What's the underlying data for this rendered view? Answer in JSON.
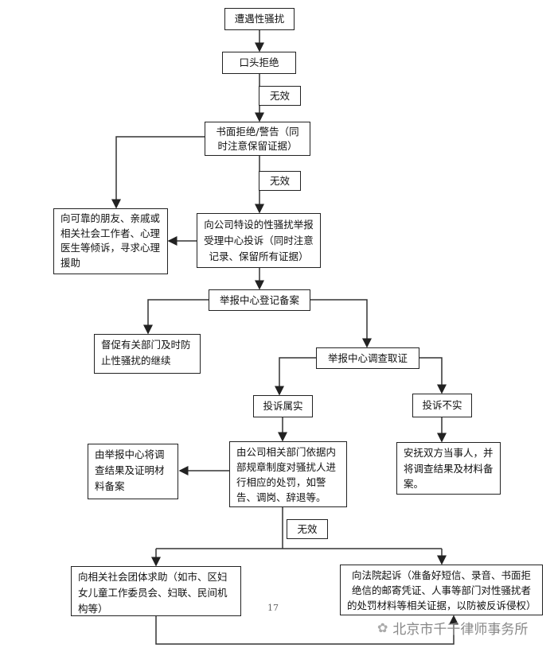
{
  "nodes": {
    "start": "遭遇性骚扰",
    "verbal_refusal": "口头拒绝",
    "invalid_1": "无效",
    "written_refusal": "书面拒绝/警告（同时注意保留证据）",
    "invalid_2": "无效",
    "seek_support": "向可靠的朋友、亲戚或相关社会工作者、心理医生等倾诉，寻求心理援助",
    "complain_center": "向公司特设的性骚扰举报受理中心投诉（同时注意记录、保留所有证据）",
    "register": "举报中心登记备案",
    "urge_departments": "督促有关部门及时防止性骚扰的继续",
    "investigate": "举报中心调查取证",
    "complaint_true": "投诉属实",
    "complaint_false": "投诉不实",
    "record_results": "由举报中心将调查结果及证明材料备案",
    "punish": "由公司相关部门依据内部规章制度对骚扰人进行相应的处罚，如警告、调岗、辞退等。",
    "comfort_parties": "安抚双方当事人，并将调查结果及材料备案。",
    "invalid_3": "无效",
    "social_groups": "向相关社会团体求助（如市、区妇女儿童工作委员会、妇联、民间机构等）",
    "sue_court": "向法院起诉（准备好短信、录音、书面拒绝信的邮寄凭证、人事等部门对性骚扰者的处罚材料等相关证据，以防被反诉侵权）"
  },
  "page_number": "17",
  "watermark": "北京市千千律师事务所"
}
